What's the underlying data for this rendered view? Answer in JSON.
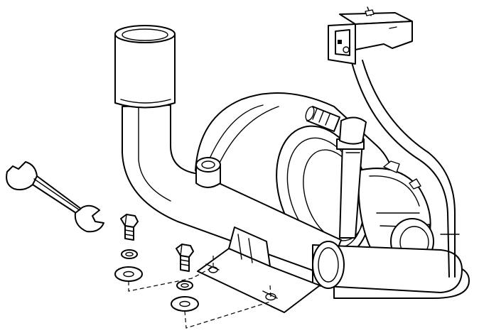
{
  "figure": {
    "parts": [
      {
        "name": "wrench-icon"
      },
      {
        "name": "bolt-icon"
      },
      {
        "name": "lock-washer-icon"
      },
      {
        "name": "flat-washer-icon"
      },
      {
        "name": "pump-motor"
      },
      {
        "name": "inlet-pipe"
      },
      {
        "name": "outlet-hose-fitting"
      },
      {
        "name": "power-cord"
      },
      {
        "name": "electrical-connector"
      },
      {
        "name": "mounting-bracket"
      }
    ],
    "colors": {
      "line": "#000000",
      "background": "#ffffff"
    }
  }
}
